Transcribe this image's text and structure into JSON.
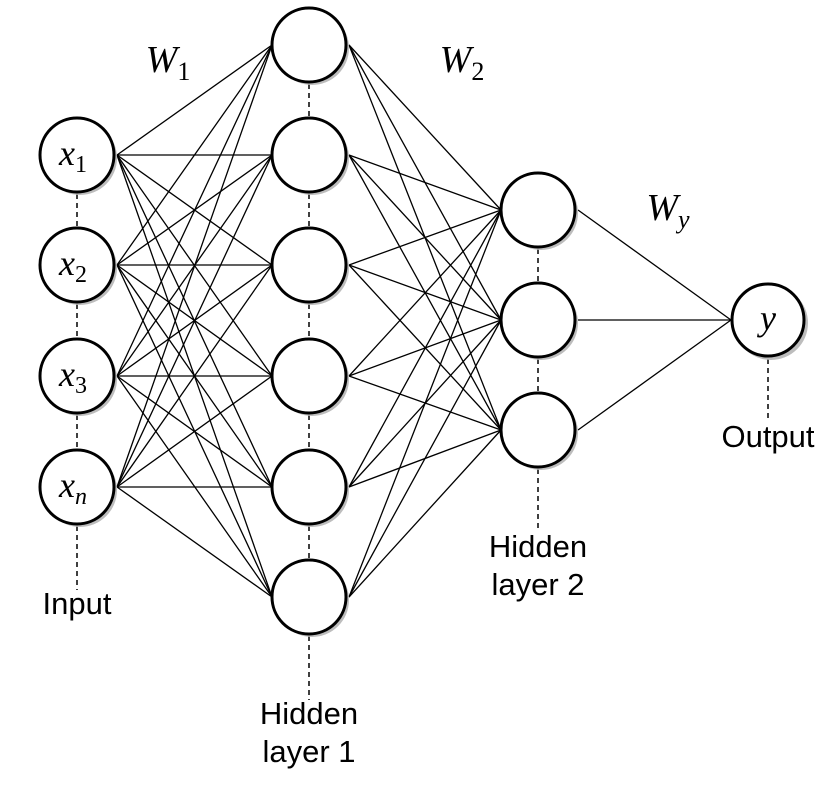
{
  "layers": [
    {
      "name": "Input",
      "label_lines": [
        "Input"
      ],
      "nodes": [
        {
          "var": "x",
          "sub": "1"
        },
        {
          "var": "x",
          "sub": "2"
        },
        {
          "var": "x",
          "sub": "3"
        },
        {
          "var": "x",
          "sub": "n",
          "sub_italic": true
        }
      ]
    },
    {
      "name": "Hidden layer 1",
      "label_lines": [
        "Hidden",
        "layer 1"
      ],
      "nodes": [
        {},
        {},
        {},
        {},
        {},
        {}
      ]
    },
    {
      "name": "Hidden layer 2",
      "label_lines": [
        "Hidden",
        "layer 2"
      ],
      "nodes": [
        {},
        {},
        {}
      ]
    },
    {
      "name": "Output",
      "label_lines": [
        "Output"
      ],
      "nodes": [
        {
          "var": "y"
        }
      ]
    }
  ],
  "weights": [
    {
      "var": "W",
      "sub": "1"
    },
    {
      "var": "W",
      "sub": "2"
    },
    {
      "var": "W",
      "sub": "y",
      "sub_italic": true
    }
  ],
  "colors": {
    "stroke": "#000000",
    "node_fill": "#ffffff",
    "shadow": "#bdbdbd"
  }
}
